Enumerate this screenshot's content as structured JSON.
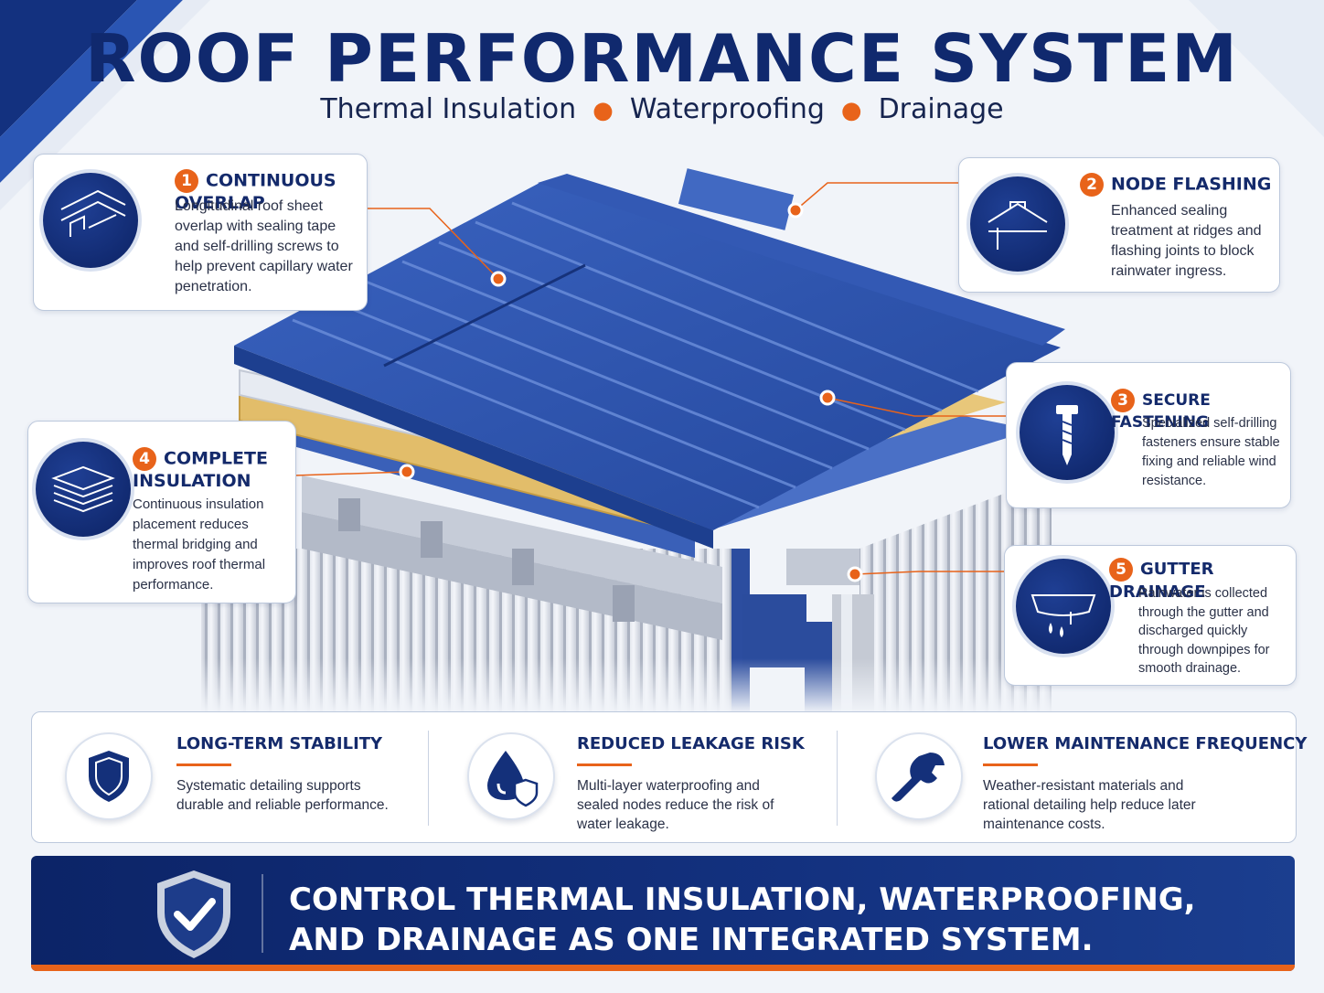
{
  "header": {
    "title": "ROOF PERFORMANCE SYSTEM",
    "subtitle_items": [
      "Thermal Insulation",
      "Waterproofing",
      "Drainage"
    ]
  },
  "callouts": [
    {
      "number": "1",
      "title": "CONTINUOUS OVERLAP",
      "text": "Longitudinal roof sheet overlap with sealing tape and self-drilling screws to help prevent capillary water penetration.",
      "icon": "sheet-overlap-icon"
    },
    {
      "number": "2",
      "title": "NODE FLASHING",
      "text": "Enhanced sealing treatment at ridges and flashing joints to block rainwater ingress.",
      "icon": "ridge-flashing-icon"
    },
    {
      "number": "3",
      "title": "SECURE FASTENING",
      "text": "Specialized self-drilling fasteners ensure stable fixing and reliable wind resistance.",
      "icon": "screw-icon"
    },
    {
      "number": "4",
      "title": "COMPLETE INSULATION",
      "text": "Continuous insulation placement reduces thermal bridging and improves roof thermal performance.",
      "icon": "insulation-layers-icon"
    },
    {
      "number": "5",
      "title": "GUTTER DRAINAGE",
      "text": "Rainwater is collected through the gutter and discharged quickly through downpipes for smooth drainage.",
      "icon": "gutter-icon"
    }
  ],
  "benefits": [
    {
      "title": "LONG-TERM STABILITY",
      "text": "Systematic detailing supports durable and reliable performance.",
      "icon": "shield-icon"
    },
    {
      "title": "REDUCED LEAKAGE RISK",
      "text": "Multi-layer waterproofing and sealed nodes reduce the risk of water leakage.",
      "icon": "water-drop-shield-icon"
    },
    {
      "title": "LOWER MAINTENANCE FREQUENCY",
      "text": "Weather-resistant materials and rational detailing help reduce later maintenance costs.",
      "icon": "wrench-icon"
    }
  ],
  "banner": {
    "line1": "CONTROL THERMAL INSULATION, WATERPROOFING,",
    "line2": "AND DRAINAGE AS ONE INTEGRATED SYSTEM.",
    "icon": "shield-check-icon"
  },
  "colors": {
    "navy": "#10296e",
    "roof_blue": "#2f56b0",
    "accent_orange": "#e8631a",
    "insulation_yellow": "#e2bd6a"
  }
}
